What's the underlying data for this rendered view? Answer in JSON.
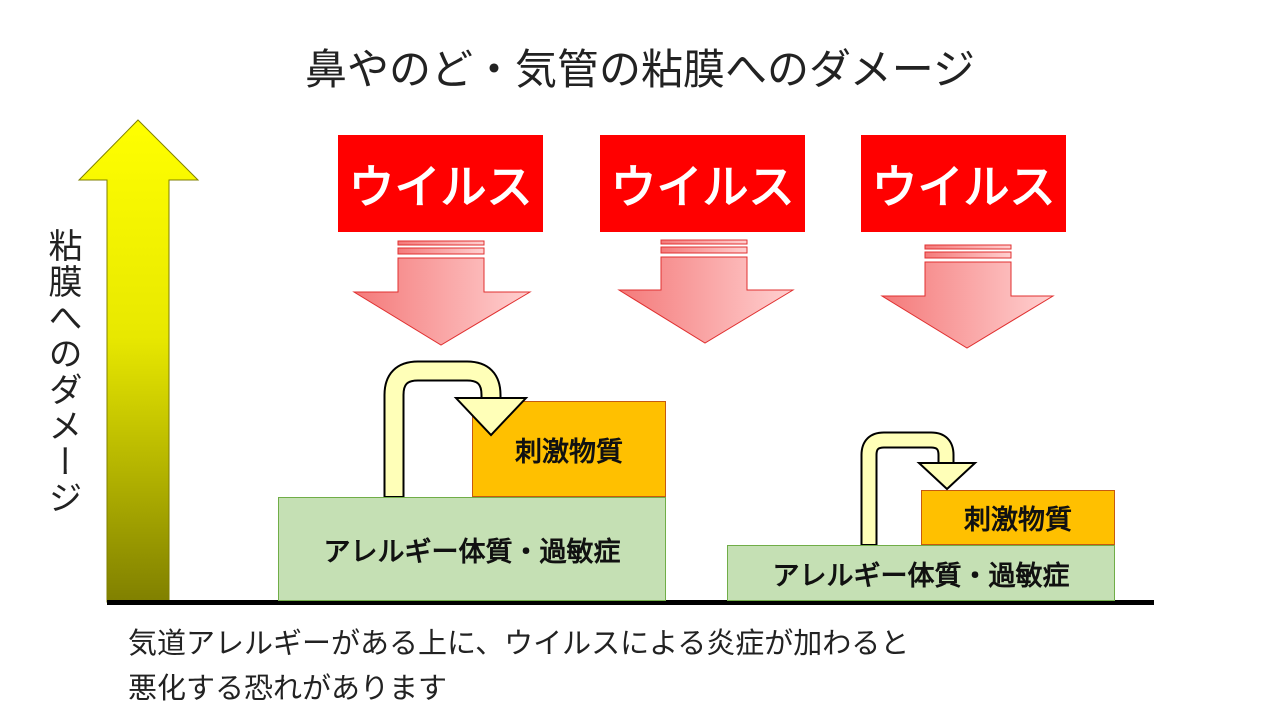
{
  "title": "鼻やのど・気管の粘膜へのダメージ",
  "axis_label": "粘膜へのダメージ",
  "virus_labels": [
    "ウイルス",
    "ウイルス",
    "ウイルス"
  ],
  "left_stack": {
    "base": "アレルギー体質・過敏症",
    "top": "刺激物質"
  },
  "right_stack": {
    "base": "アレルギー体質・過敏症",
    "top": "刺激物質"
  },
  "caption": {
    "line1": "気道アレルギーがある上に、ウイルスによる炎症が加わると",
    "line2": "悪化する恐れがあります"
  },
  "colors": {
    "virus": "#ff0000",
    "green": "#c5e0b4",
    "orange": "#ffc000",
    "arrow_top": "#ffff00",
    "arrow_bottom": "#808000"
  }
}
